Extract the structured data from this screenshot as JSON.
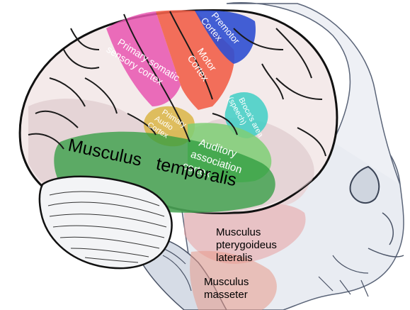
{
  "labels": {
    "primary_somatic_1": "Primary somatic",
    "primary_somatic_2": "sensory cortex",
    "motor_1": "Motor",
    "motor_2": "Cortex",
    "premotor_1": "Premotor",
    "premotor_2": "Cortex",
    "broca_1": "Broca's area",
    "broca_2": "(speech)",
    "primary_audio_1": "Primary",
    "primary_audio_2": "Audio",
    "primary_audio_3": "Cortex",
    "auditory_assoc_1": "Auditory",
    "auditory_assoc_2": "association",
    "auditory_assoc_3": "cortex",
    "temporalis_1": "Musculus",
    "temporalis_2": "temporalis",
    "pterygoid_1": "Musculus",
    "pterygoid_2": "pterygoideus",
    "pterygoid_3": "lateralis",
    "masseter_1": "Musculus",
    "masseter_2": "masseter"
  },
  "colors": {
    "somatic": "#e855b0",
    "motor": "#f2604a",
    "premotor": "#2f4fd2",
    "broca": "#3fcfc6",
    "primary_audio": "#d9b545",
    "auditory_assoc": "#5fbf5a",
    "temporalis": "#2e9c3f",
    "muscle_overlay": "#e8a0a0",
    "outline": "#111111",
    "bone": "#c9d0dc"
  }
}
